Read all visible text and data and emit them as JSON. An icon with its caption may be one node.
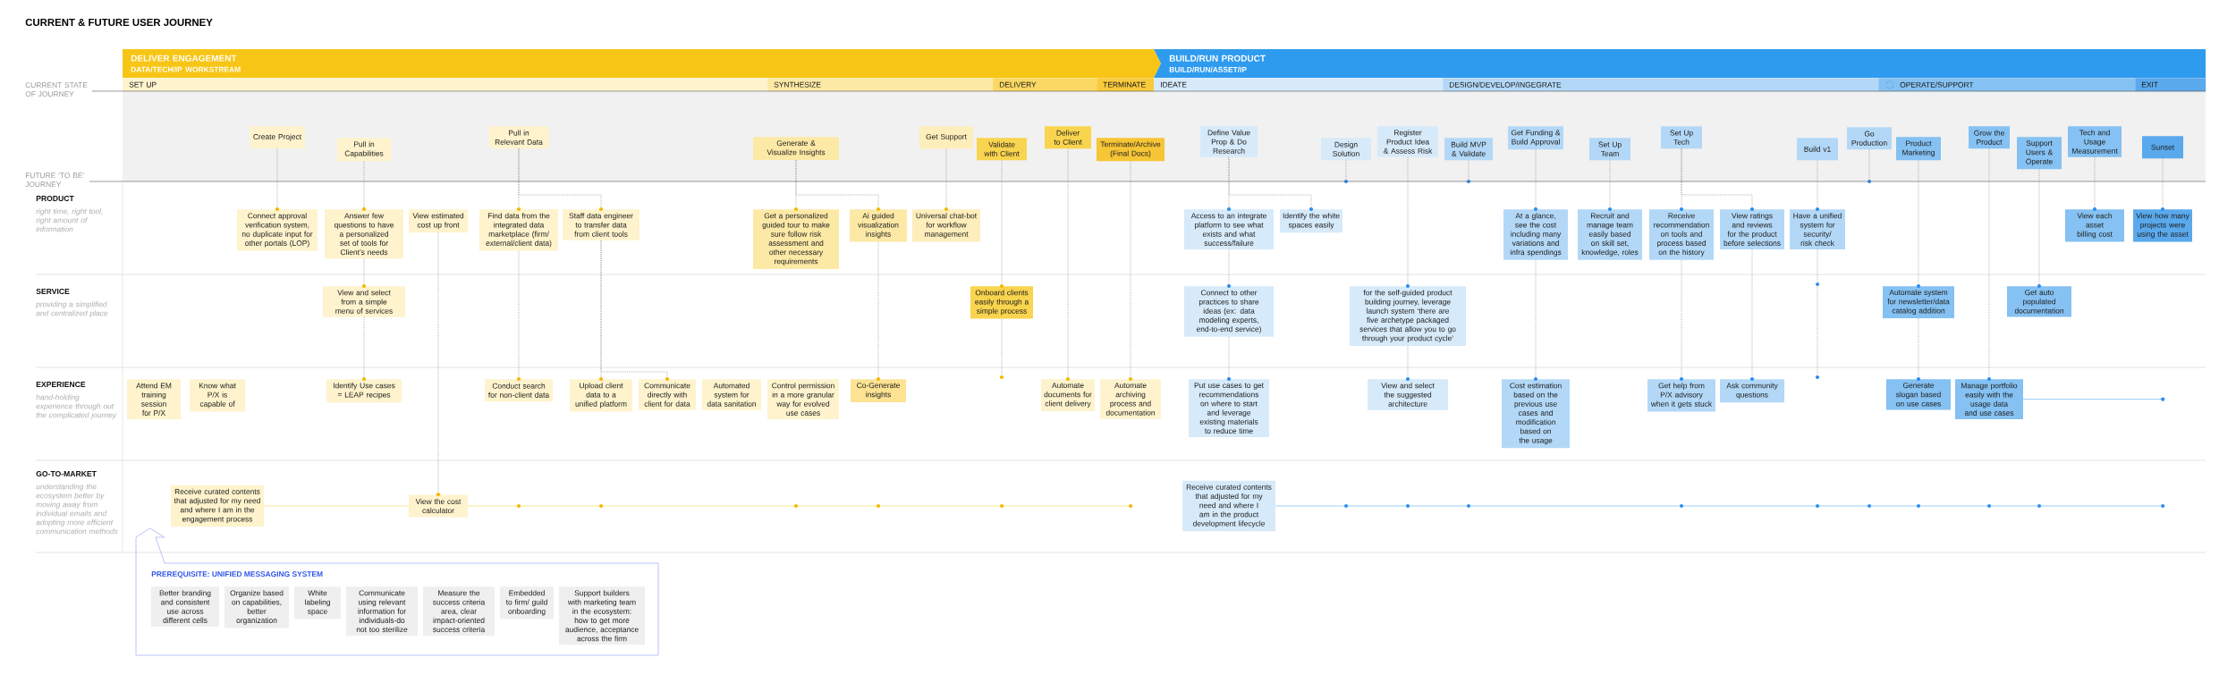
{
  "diagram": {
    "title": "CURRENT & FUTURE USER JOURNEY",
    "nodes": [
      {
        "text": [
          "DELIVER ENGAGEMENT",
          "DATA/TECH/IP WORKSTREAM"
        ]
      },
      {
        "text": [
          "BUILD/RUN PRODUCT",
          "BUILD/RUN/ASSET/IP"
        ]
      },
      {
        "text": [
          "SET UP"
        ]
      },
      {
        "text": [
          "SYNTHESIZE"
        ]
      },
      {
        "text": [
          "DELIVERY"
        ]
      },
      {
        "text": [
          "TERMINATE"
        ]
      },
      {
        "text": [
          "IDEATE"
        ]
      },
      {
        "text": [
          "DESIGN/DEVELOP/INGEGRATE"
        ]
      },
      {
        "text": [
          "OPERATE/SUPPORT"
        ]
      },
      {
        "text": [
          "EXIT"
        ]
      },
      {
        "text": [
          "Create Project"
        ]
      },
      {
        "text": [
          "Pull in Capabilities"
        ]
      },
      {
        "text": [
          "Pull in Relevant Data"
        ]
      },
      {
        "text": [
          "Generate & Visualize Insights"
        ]
      },
      {
        "text": [
          "Get Support"
        ]
      },
      {
        "text": [
          "Validate with Client"
        ]
      },
      {
        "text": [
          "Deliver to Client"
        ]
      },
      {
        "text": [
          "Terminate/Archive (Final Docs)"
        ]
      },
      {
        "text": [
          "Define Value Prop & Do Research"
        ]
      },
      {
        "text": [
          "Design Solution"
        ]
      },
      {
        "text": [
          "Register Product Idea & Assess Risk"
        ]
      },
      {
        "text": [
          "Build MVP & Validate"
        ]
      },
      {
        "text": [
          "Get Funding & Build Approval"
        ]
      },
      {
        "text": [
          "Set Up Team"
        ]
      },
      {
        "text": [
          "Set Up Tech"
        ]
      },
      {
        "text": [
          "Build v1"
        ]
      },
      {
        "text": [
          "Go Production"
        ]
      },
      {
        "text": [
          "Product Marketing"
        ]
      },
      {
        "text": [
          "Grow the Product"
        ]
      },
      {
        "text": [
          "Support Users & Operate"
        ]
      },
      {
        "text": [
          "Tech and Usage Measurement"
        ]
      },
      {
        "text": [
          "Sunset"
        ]
      },
      {
        "text": [
          "Connect approval verification system, no duplicate input for other portals (LOP)"
        ]
      },
      {
        "text": [
          "Answer few questions to have a personalized set of tools for Client’s needs"
        ]
      },
      {
        "text": [
          "View estimated cost up front"
        ]
      },
      {
        "text": [
          "Find data from the integrated data marketplace (firm/ external/client data)"
        ]
      },
      {
        "text": [
          "Staff data engineer to transfer data from client tools"
        ]
      },
      {
        "text": [
          "Get a personalized guided tour to make sure follow risk assessment and other necessary requirements"
        ]
      },
      {
        "text": [
          "Ai guided visualization insights"
        ]
      },
      {
        "text": [
          "Universal chat-bot for workflow management"
        ]
      },
      {
        "text": [
          "Access to an integrate platform to see what exists and what success/failure"
        ]
      },
      {
        "text": [
          "Identify the white spaces easily"
        ]
      },
      {
        "text": [
          "At a glance, see the cost including many variations and infra spendings"
        ]
      },
      {
        "text": [
          "Recruit and manage team easily based on skill set, knowledge, roles"
        ]
      },
      {
        "text": [
          "Receive recommendation on tools and process based on the history"
        ]
      },
      {
        "text": [
          "View ratings and reviews for the product before selections"
        ]
      },
      {
        "text": [
          "Have a unified system for security/ risk check"
        ]
      },
      {
        "text": [
          "View each asset billing cost"
        ]
      },
      {
        "text": [
          "View how many projects were using the asset"
        ]
      },
      {
        "text": [
          "View and select from a simple menu of services"
        ]
      },
      {
        "text": [
          "Onboard clients easily through a simple process"
        ]
      },
      {
        "text": [
          "Connect to other practices to share ideas (ex: data modeling experts, end-to-end service)"
        ]
      },
      {
        "text": [
          "for the self-guided product building journey, leverage launch system ‘there are five archetype packaged services that allow you to go through your product cycle’"
        ]
      },
      {
        "text": [
          "Automate system for newsletter/data catalog addition"
        ]
      },
      {
        "text": [
          "Get auto populated documentation"
        ]
      },
      {
        "text": [
          "Attend EM training session for P/X"
        ]
      },
      {
        "text": [
          "Know what P/X is capable of"
        ]
      },
      {
        "text": [
          "Identify Use cases = LEAP recipes"
        ]
      },
      {
        "text": [
          "Conduct search for non-client data"
        ]
      },
      {
        "text": [
          "Upload client data to a unified platform"
        ]
      },
      {
        "text": [
          "Communicate directly with client for data"
        ]
      },
      {
        "text": [
          "Automated system for data sanitation"
        ]
      },
      {
        "text": [
          "Control permission in a more granular way for evolved use cases"
        ]
      },
      {
        "text": [
          "Co-Generate insights"
        ]
      },
      {
        "text": [
          "Automate documents for client delivery"
        ]
      },
      {
        "text": [
          "Automate archiving process and documentation"
        ]
      },
      {
        "text": [
          "Put use cases to get recommendations on where to start and leverage existing materials to reduce time"
        ]
      },
      {
        "text": [
          "View and select the suggested architecture"
        ]
      },
      {
        "text": [
          "Cost estimation based on the previous use cases and modification based on the usage"
        ]
      },
      {
        "text": [
          "Get help from P/X advisory when it gets stuck"
        ]
      },
      {
        "text": [
          "Ask community questions"
        ]
      },
      {
        "text": [
          "Generate slogan based on use cases"
        ]
      },
      {
        "text": [
          "Manage portfolio easily with the usage data and use cases"
        ]
      },
      {
        "text": [
          "Receive curated contents that adjusted for my need and where I am in the engagement process"
        ]
      },
      {
        "text": [
          "View the cost calculator"
        ]
      },
      {
        "text": [
          "Receive curated contents that adjusted for my need and where I am in the product development lifecycle"
        ]
      },
      {
        "text": [
          "PREREQUISITE: UNIFIED MESSAGING SYSTEM"
        ]
      },
      {
        "text": [
          "Better branding and consistent use across different cells"
        ],
        "in": 76
      },
      {
        "text": [
          "Organize based on capabilities, better organization"
        ],
        "in": 76
      },
      {
        "text": [
          "White labeling space"
        ],
        "in": 76
      },
      {
        "text": [
          "Communicate using relevant information for individuals-do not too sterilize"
        ],
        "in": 76
      },
      {
        "text": [
          "Measure the success criteria area, clear impact-oriented success criteria"
        ],
        "in": 76
      },
      {
        "text": [
          "Embedded to firm/ guild onboarding"
        ],
        "in": 76
      },
      {
        "text": [
          "Support builders with marketing team in the ecosystem: how to get more audience, acceptance across the firm"
        ],
        "in": 76
      }
    ],
    "edges": [
      {
        "from": 10,
        "to": 32,
        "arrow": "other",
        "style": "dashed"
      },
      {
        "from": 11,
        "to": 33,
        "arrow": "other",
        "style": "dashed"
      },
      {
        "from": 33,
        "to": 49,
        "arrow": "other",
        "style": "dashed"
      },
      {
        "from": 49,
        "to": 57,
        "arrow": "other",
        "style": "dashed"
      },
      {
        "from": 34,
        "to": 74,
        "arrow": "other",
        "style": "dashed"
      },
      {
        "from": 12,
        "to": 35,
        "arrow": "other",
        "style": "dashed"
      },
      {
        "from": 12,
        "to": 36,
        "arrow": "other",
        "style": "dashed"
      },
      {
        "from": 35,
        "to": 58,
        "arrow": "other",
        "style": "dashed"
      },
      {
        "from": 36,
        "to": 59,
        "arrow": "other",
        "style": "dashed"
      },
      {
        "from": 36,
        "to": 60,
        "arrow": "other",
        "style": "dashed"
      },
      {
        "from": 13,
        "to": 37,
        "arrow": "other",
        "style": "dashed"
      },
      {
        "from": 13,
        "to": 38,
        "arrow": "other",
        "style": "dashed"
      },
      {
        "from": 38,
        "to": 63,
        "arrow": "other",
        "style": "dashed"
      },
      {
        "from": 14,
        "to": 39,
        "arrow": "other",
        "style": "dashed"
      },
      {
        "from": 15,
        "to": 50,
        "arrow": "other",
        "style": "dashed"
      },
      {
        "from": 50,
        "to": null,
        "arrow": "other",
        "style": "dashed"
      },
      {
        "from": 16,
        "to": 64,
        "arrow": "other",
        "style": "dashed"
      },
      {
        "from": 17,
        "to": 65,
        "arrow": "other",
        "style": "dashed"
      },
      {
        "from": 18,
        "to": 40,
        "arrow": "other",
        "style": "dashed"
      },
      {
        "from": 18,
        "to": 41,
        "arrow": "other",
        "style": "dashed"
      },
      {
        "from": 40,
        "to": 51,
        "arrow": "other",
        "style": "dashed"
      },
      {
        "from": 51,
        "to": 66,
        "arrow": "other",
        "style": "dashed"
      },
      {
        "from": 19,
        "to": null,
        "arrow": "other",
        "style": "dashed"
      },
      {
        "from": 20,
        "to": 52,
        "arrow": "other",
        "style": "dashed"
      },
      {
        "from": 52,
        "to": 67,
        "arrow": "other",
        "style": "dashed"
      },
      {
        "from": 21,
        "to": null,
        "arrow": "other",
        "style": "dashed"
      },
      {
        "from": 22,
        "to": 42,
        "arrow": "other",
        "style": "dashed"
      },
      {
        "from": 42,
        "to": 68,
        "arrow": "other",
        "style": "dashed"
      },
      {
        "from": 23,
        "to": 43,
        "arrow": "other",
        "style": "dashed"
      },
      {
        "from": 24,
        "to": 44,
        "arrow": "other",
        "style": "dashed"
      },
      {
        "from": 24,
        "to": 45,
        "arrow": "other",
        "style": "dashed"
      },
      {
        "from": 44,
        "to": 69,
        "arrow": "other",
        "style": "dashed"
      },
      {
        "from": 45,
        "to": 70,
        "arrow": "other",
        "style": "dashed"
      },
      {
        "from": 25,
        "to": 46,
        "arrow": "other",
        "style": "dashed"
      },
      {
        "from": 46,
        "to": null,
        "arrow": "other",
        "style": "dashed"
      },
      {
        "from": 26,
        "to": null,
        "arrow": "other",
        "style": "dashed"
      },
      {
        "from": 27,
        "to": 53,
        "arrow": "other",
        "style": "dashed"
      },
      {
        "from": 53,
        "to": 71,
        "arrow": "other",
        "style": "dashed"
      },
      {
        "from": 28,
        "to": 72,
        "arrow": "other",
        "style": "dashed"
      },
      {
        "from": 29,
        "to": 54,
        "arrow": "other",
        "style": "dashed"
      },
      {
        "from": 30,
        "to": 47,
        "arrow": "other",
        "style": "dashed"
      },
      {
        "from": 31,
        "to": 48,
        "arrow": "other",
        "style": "dashed"
      },
      {
        "from": 72,
        "to": null,
        "arrow": "other",
        "color": "#94c9f5"
      },
      {
        "from": 73,
        "to": 74,
        "arrow": "none",
        "color": "#fbe08a"
      },
      {
        "from": 74,
        "to": null,
        "arrow": "other",
        "color": "#fbe08a"
      },
      {
        "from": 75,
        "to": null,
        "arrow": "other",
        "color": "#94c9f5"
      }
    ],
    "labels": [
      "CURRENT STATE OF JOURNEY",
      "FUTURE ‘TO BE’ JOURNEY",
      "PRODUCT",
      "right time, right tool, right amount of information",
      "SERVICE",
      "providing a simplified and centralized place",
      "EXPERIENCE",
      "hand-holding experience through out the complicated journey",
      "GO-TO-MARKET",
      "understanding the ecosystem better by moving away from individual emails and adopting more efficient communication methods"
    ]
  }
}
